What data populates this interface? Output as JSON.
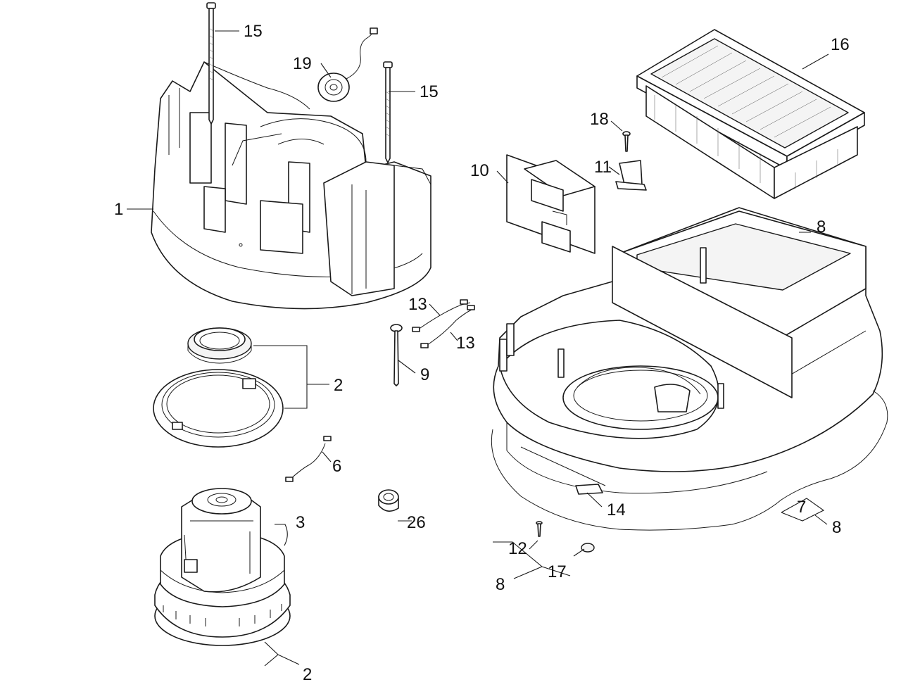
{
  "callouts": {
    "c1": "1",
    "c2a": "2",
    "c2b": "2",
    "c3": "3",
    "c6": "6",
    "c7": "7",
    "c8a": "8",
    "c8b": "8",
    "c8c": "8",
    "c9": "9",
    "c10": "10",
    "c11": "11",
    "c12": "12",
    "c13a": "13",
    "c13b": "13",
    "c14": "14",
    "c15a": "15",
    "c15b": "15",
    "c16": "16",
    "c17": "17",
    "c18": "18",
    "c19": "19",
    "c26": "26"
  }
}
